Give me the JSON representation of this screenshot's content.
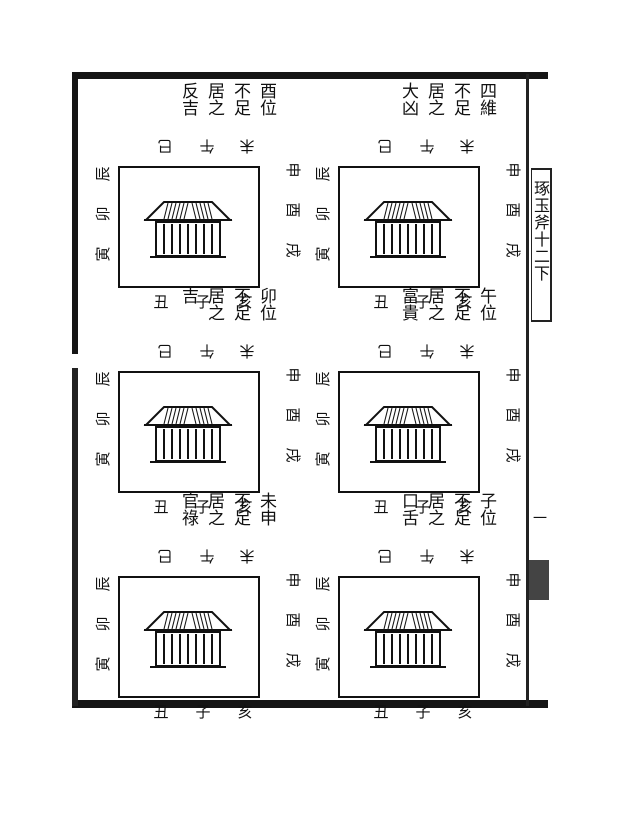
{
  "spine": {
    "title": "琢玉斧十二下",
    "page": "一"
  },
  "directions": {
    "si": "巳",
    "wu": "午",
    "wei": "未",
    "shen": "申",
    "you": "酉",
    "xu": "戌",
    "hai": "亥",
    "zi": "子",
    "chou": "丑",
    "yin": "寅",
    "mao": "卯",
    "chen": "辰"
  },
  "cells": [
    {
      "id": "cell-top-right",
      "note": [
        "四維",
        "不足",
        "居之",
        "大凶"
      ]
    },
    {
      "id": "cell-top-left",
      "note": [
        "酉位",
        "不足",
        "居之",
        "反吉"
      ]
    },
    {
      "id": "cell-mid-right",
      "note": [
        "午位",
        "不足",
        "居之",
        "富貴"
      ]
    },
    {
      "id": "cell-mid-left",
      "note": [
        "卯位",
        "不足",
        "居之",
        "吉"
      ]
    },
    {
      "id": "cell-bottom-right",
      "note": [
        "子位",
        "不足",
        "居之",
        "口舌"
      ]
    },
    {
      "id": "cell-bottom-left",
      "note": [
        "未申",
        "不足",
        "居之",
        "官祿"
      ]
    }
  ]
}
